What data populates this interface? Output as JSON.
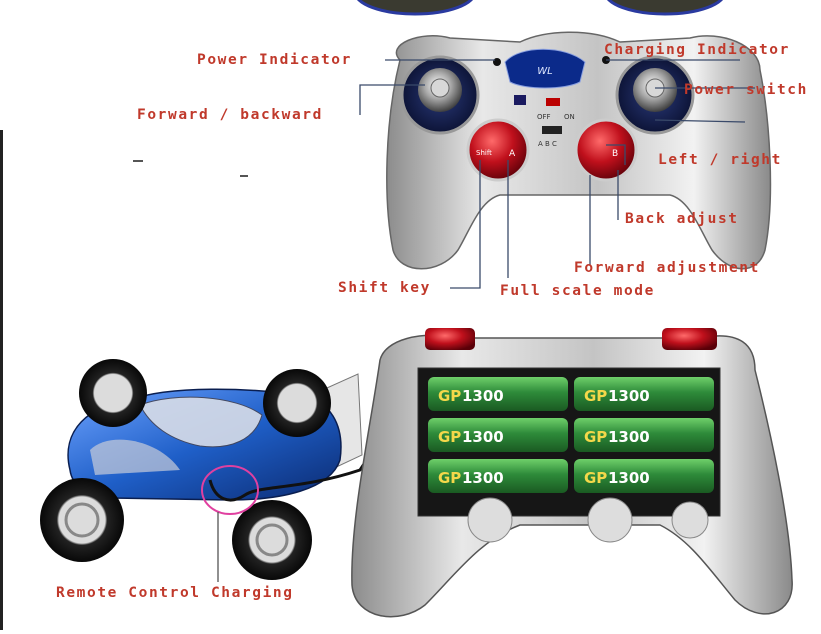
{
  "labels": {
    "power_indicator": "Power Indicator",
    "charging_indicator": "Charging Indicator",
    "forward_backward": "Forward / backward",
    "power_switch": "Power switch",
    "left_right": "Left / right",
    "back_adjust": "Back adjust",
    "forward_adjustment": "Forward adjustment",
    "shift_key": "Shift key",
    "full_scale_mode": "Full scale mode",
    "remote_control_charging": "Remote Control Charging"
  },
  "controller": {
    "switch_off": "OFF",
    "switch_on": "ON",
    "abc": "A B C",
    "shift_button": "Shift",
    "button_a": "A",
    "button_b": "B"
  },
  "batteries": {
    "brand": "GP",
    "capacity": "1300"
  },
  "colors": {
    "label_red": "#c0392b",
    "leader_line": "#3a4a6a",
    "controller_silver": "#b8b8b8",
    "button_red": "#b0121e",
    "battery_green": "#2e8b3a",
    "car_blue": "#1f5fc8"
  }
}
